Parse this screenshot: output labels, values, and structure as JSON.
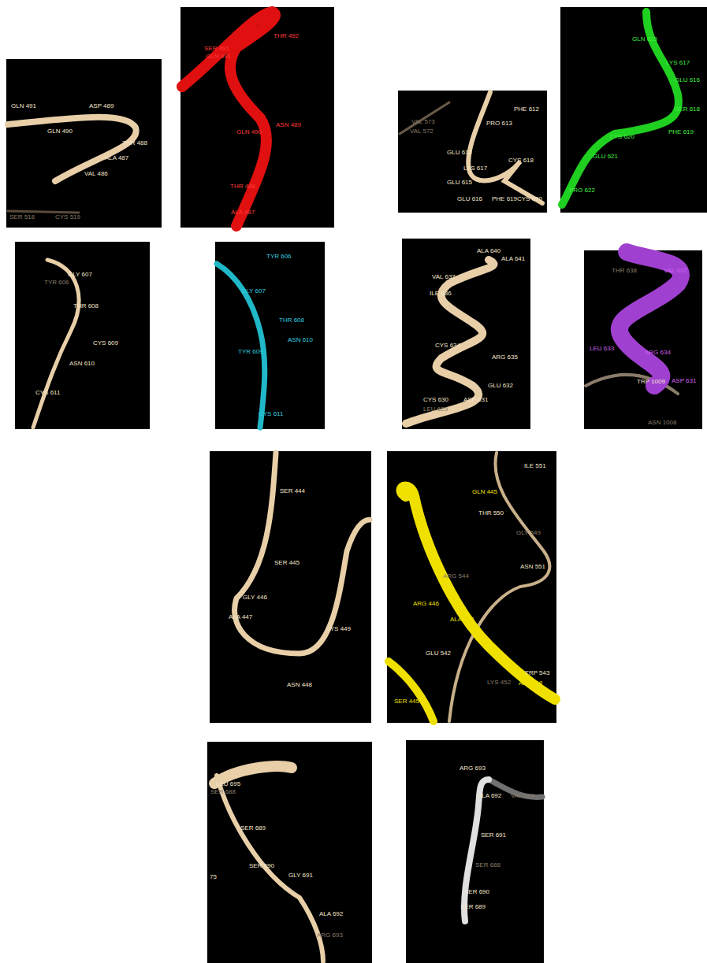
{
  "diagram": {
    "labels": [
      "GLN 491",
      "ASP 489",
      "GLN 490",
      "THR 488",
      "ALA 487",
      "VAL 486",
      "SER 518",
      "CYS 519",
      "THR 492",
      "SER 491",
      "GLN 491",
      "ASN 489",
      "GLN 490",
      "THR 488",
      "ALA 487",
      "PHE 612",
      "VAL 573",
      "VAL 572",
      "PRO 613",
      "GLU 614",
      "CYS 618",
      "LYS 617",
      "GLU 615",
      "GLU 616",
      "PHE 619",
      "CYS 620",
      "GLN 615",
      "LYS 617",
      "GLU 616",
      "SER 618",
      "PHE 619",
      "CYS 620",
      "GLU 621",
      "PRO 622",
      "TYR 606",
      "GLY 607",
      "THR 608",
      "CYS 609",
      "ASN 610",
      "CYS 611",
      "TYR 606",
      "GLY 607",
      "THR 608",
      "TYR 609",
      "ASN 610",
      "CYS 611",
      "ALA 640",
      "ALA 641",
      "VAL 637",
      "ILE 636",
      "CYS 634",
      "ARG 635",
      "GLU 632",
      "ASP 631",
      "CYS 630",
      "LEU 629",
      "THR 638",
      "VAL 637",
      "LEU 633",
      "ARG 634",
      "ASP 631",
      "TRP 1009",
      "ASN 1008",
      "SER 444",
      "SER 445",
      "GLY 446",
      "ALA 447",
      "CYS 449",
      "ASN 448",
      "ILE 551",
      "GLN 445",
      "THR 550",
      "GLY 549",
      "ASN 551",
      "ARG 544",
      "ARG 446",
      "ALA 447",
      "GLU 542",
      "TRP 543",
      "ALA 448",
      "SER 445",
      "LYS 452",
      "LEU 695",
      "SER 688",
      "SER 689",
      "SER 690",
      "GLY 691",
      "75",
      "ALA 692",
      "ARG 693",
      "ARG 693",
      "ALA 692",
      "VAL 694",
      "SER 691",
      "SER 688",
      "SER 690",
      "SER 689"
    ]
  }
}
